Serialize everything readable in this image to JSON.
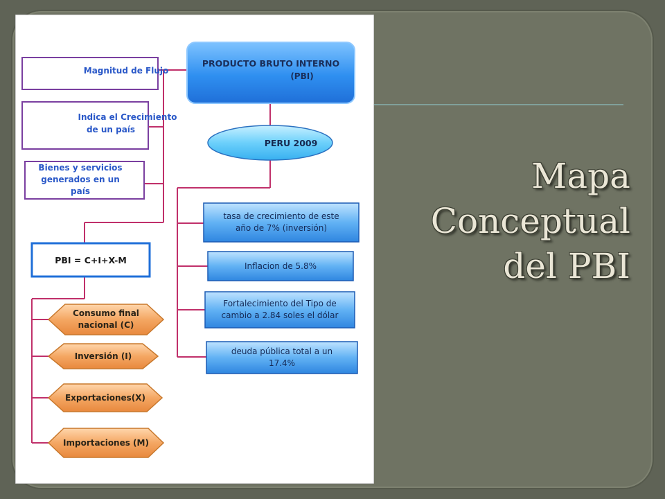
{
  "slide": {
    "title_lines": [
      "Mapa",
      "Conceptual",
      "del PBI"
    ]
  },
  "colors": {
    "slide_background": "#6f7363",
    "title_text": "#eae6d6",
    "connector": "#c0306a",
    "purple_border": "#7a3fa0",
    "box_text": "#2a58c8",
    "blue_fill": "#4a9ff0",
    "hex_fill": "#f0a860",
    "ellipse_fill": "#58c8f8"
  },
  "diagram": {
    "main_node": {
      "line1": "PRODUCTO BRUTO INTERNO",
      "line2": "(PBI)"
    },
    "definitions": [
      {
        "lines": [
          "Magnitud de Flujo"
        ]
      },
      {
        "lines": [
          "Indica el Crecimiento",
          "de un país"
        ]
      },
      {
        "lines": [
          "Bienes y servicios",
          "generados en un",
          "país"
        ]
      }
    ],
    "peru_node": "PERU 2009",
    "peru_facts": [
      {
        "lines": [
          "tasa de crecimiento de este",
          "año de 7% (inversión)"
        ]
      },
      {
        "lines": [
          "Inflacion de 5.8%"
        ]
      },
      {
        "lines": [
          "Fortalecimiento del Tipo de",
          "cambio a 2.84 soles el dólar"
        ]
      },
      {
        "lines": [
          "deuda pública total a un",
          "17.4%"
        ]
      }
    ],
    "formula_node": "PBI = C+I+X-M",
    "components": [
      {
        "lines": [
          "Consumo final",
          "nacional (C)"
        ]
      },
      {
        "lines": [
          "Inversión (I)"
        ]
      },
      {
        "lines": [
          "Exportaciones(X)"
        ]
      },
      {
        "lines": [
          "Importaciones (M)"
        ]
      }
    ]
  }
}
